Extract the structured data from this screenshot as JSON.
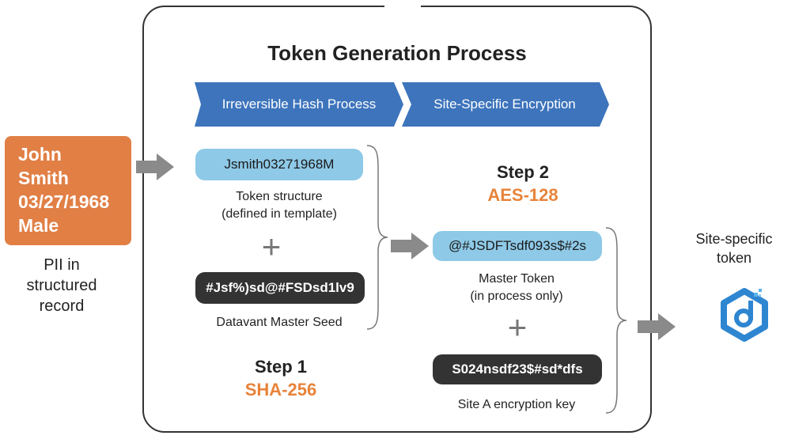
{
  "diagram": {
    "title": "Token Generation Process",
    "phases": [
      {
        "label": "Irreversible Hash Process"
      },
      {
        "label": "Site-Specific Encryption"
      }
    ],
    "pii": {
      "lines": [
        "John",
        "Smith",
        "03/27/1968",
        "Male"
      ],
      "caption": [
        "PII in",
        "structured",
        "record"
      ]
    },
    "step1": {
      "token_structure_value": "Jsmith03271968M",
      "token_structure_caption": [
        "Token structure",
        "(defined in template)"
      ],
      "plus": "+",
      "master_seed_value": "#Jsf%)sd@#FSDsd1lv9",
      "master_seed_caption": "Datavant Master Seed",
      "title": "Step 1",
      "algorithm": "SHA-256"
    },
    "step2": {
      "title": "Step 2",
      "algorithm": "AES-128",
      "master_token_value": "@#JSDFTsdf093s$#2s",
      "master_token_caption": [
        "Master Token",
        "(in process only)"
      ],
      "plus": "+",
      "encryption_key_value": "S024nsdf23$#sd*dfs",
      "encryption_key_caption": "Site A encryption key"
    },
    "output": {
      "caption": [
        "Site-specific",
        "token"
      ],
      "icon": "datavant-logo-icon"
    },
    "colors": {
      "pii_orange": "#E17F45",
      "algo_orange": "#E8833A",
      "chevron_blue": "#3D74BC",
      "pill_blue": "#8EC9E7",
      "pill_dark": "#333333",
      "arrow_gray": "#8A8A8A",
      "logo_blue": "#2E86D1"
    }
  }
}
